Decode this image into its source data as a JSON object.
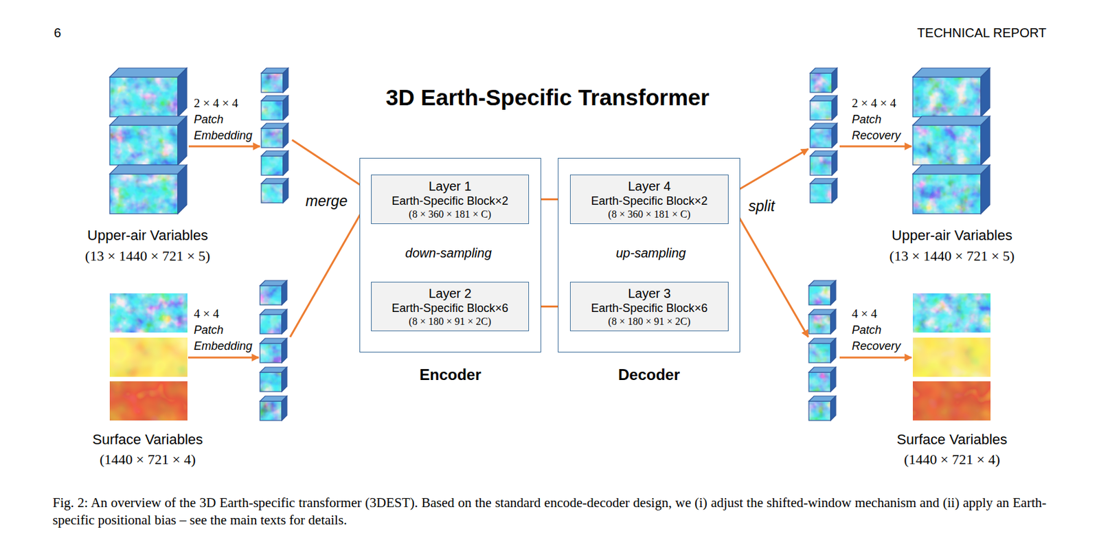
{
  "diagram": {
    "title": "3D Earth-Specific Transformer",
    "caption": "Fig. 2: An overview of the 3D Earth-specific transformer (3DEST). Based on the standard encode-decoder design, we (i) adjust the shifted-window mechanism and (ii) apply an Earth-specific positional bias – see the main texts for details.",
    "nodes": [
      {
        "text": [
          "Encoder"
        ]
      },
      {
        "text": [
          "Layer 1",
          "Earth-Specific Block×2",
          "(8 × 360 × 181 × C)"
        ],
        "in": 0
      },
      {
        "text": [
          "Layer 2",
          "Earth-Specific Block×6",
          "(8 × 180 × 91 × 2C)"
        ],
        "in": 0
      },
      {
        "text": [
          "Decoder"
        ]
      },
      {
        "text": [
          "Layer 4",
          "Earth-Specific Block×2",
          "(8 × 360 × 181 × C)"
        ],
        "in": 3
      },
      {
        "text": [
          "Layer 3",
          "Earth-Specific Block×6",
          "(8 × 180 × 91 × 2C)"
        ],
        "in": 3
      }
    ],
    "edges": [
      {
        "from": 1,
        "to": 4,
        "arrow": "to"
      },
      {
        "from": 1,
        "to": 2,
        "arrow": "to",
        "label": "down-sampling"
      },
      {
        "from": 1,
        "to": 2,
        "arrow": "to"
      },
      {
        "from": 2,
        "to": 5,
        "arrow": "to"
      },
      {
        "from": 5,
        "to": 4,
        "arrow": "to",
        "label": "up-sampling"
      },
      {
        "from": 5,
        "to": 4,
        "arrow": "to"
      }
    ],
    "labels": [
      "6",
      "TECHNICAL REPORT",
      "2 × 4 × 4",
      "Patch Embedding",
      "Upper-air Variables",
      "(13 × 1440 × 721 × 5)",
      "4 × 4",
      "Patch Embedding",
      "Surface Variables",
      "(1440 × 721 × 4)",
      "merge",
      "split",
      "2 × 4 × 4",
      "Patch Recovery",
      "Upper-air Variables",
      "(13 × 1440 × 721 × 5)",
      "4 × 4",
      "Patch Recovery",
      "Surface Variables",
      "(1440 × 721 × 4)"
    ]
  }
}
